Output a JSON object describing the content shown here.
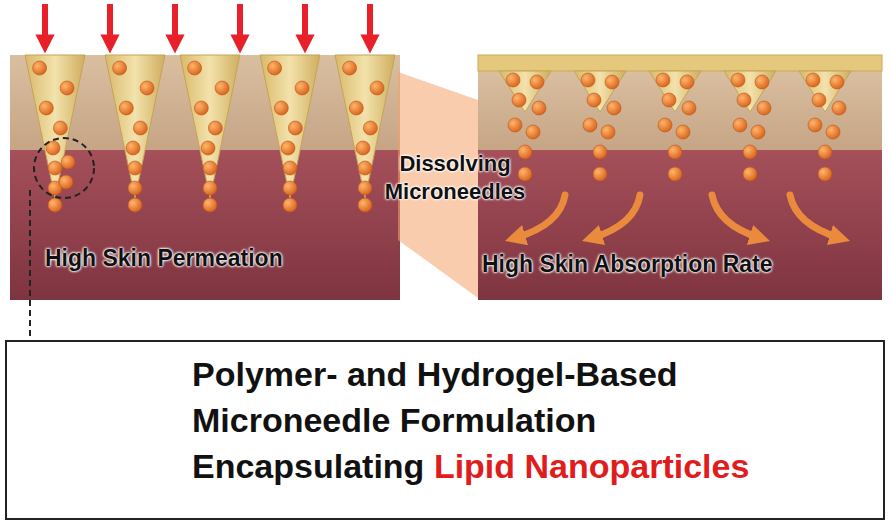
{
  "diagram": {
    "nodes": [
      {
        "text": [
          "Polymer- and Hydrogel-Based Microneedle Formulation",
          "Encapsulating",
          "Lipid Nanoparticles"
        ]
      }
    ],
    "labels": [
      "Dissolving Microneedles",
      "High Skin Permeation",
      "High Skin Absorption Rate"
    ]
  }
}
